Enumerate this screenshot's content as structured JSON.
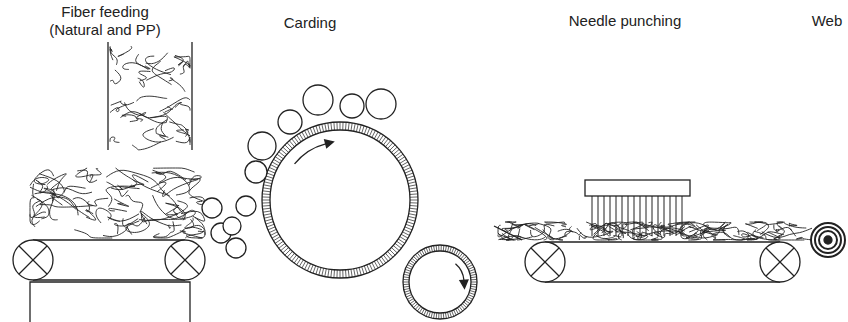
{
  "diagram": {
    "labels": [
      "Fiber feeding (Natural and PP)",
      "Carding",
      "Needle punching",
      "Web"
    ]
  }
}
